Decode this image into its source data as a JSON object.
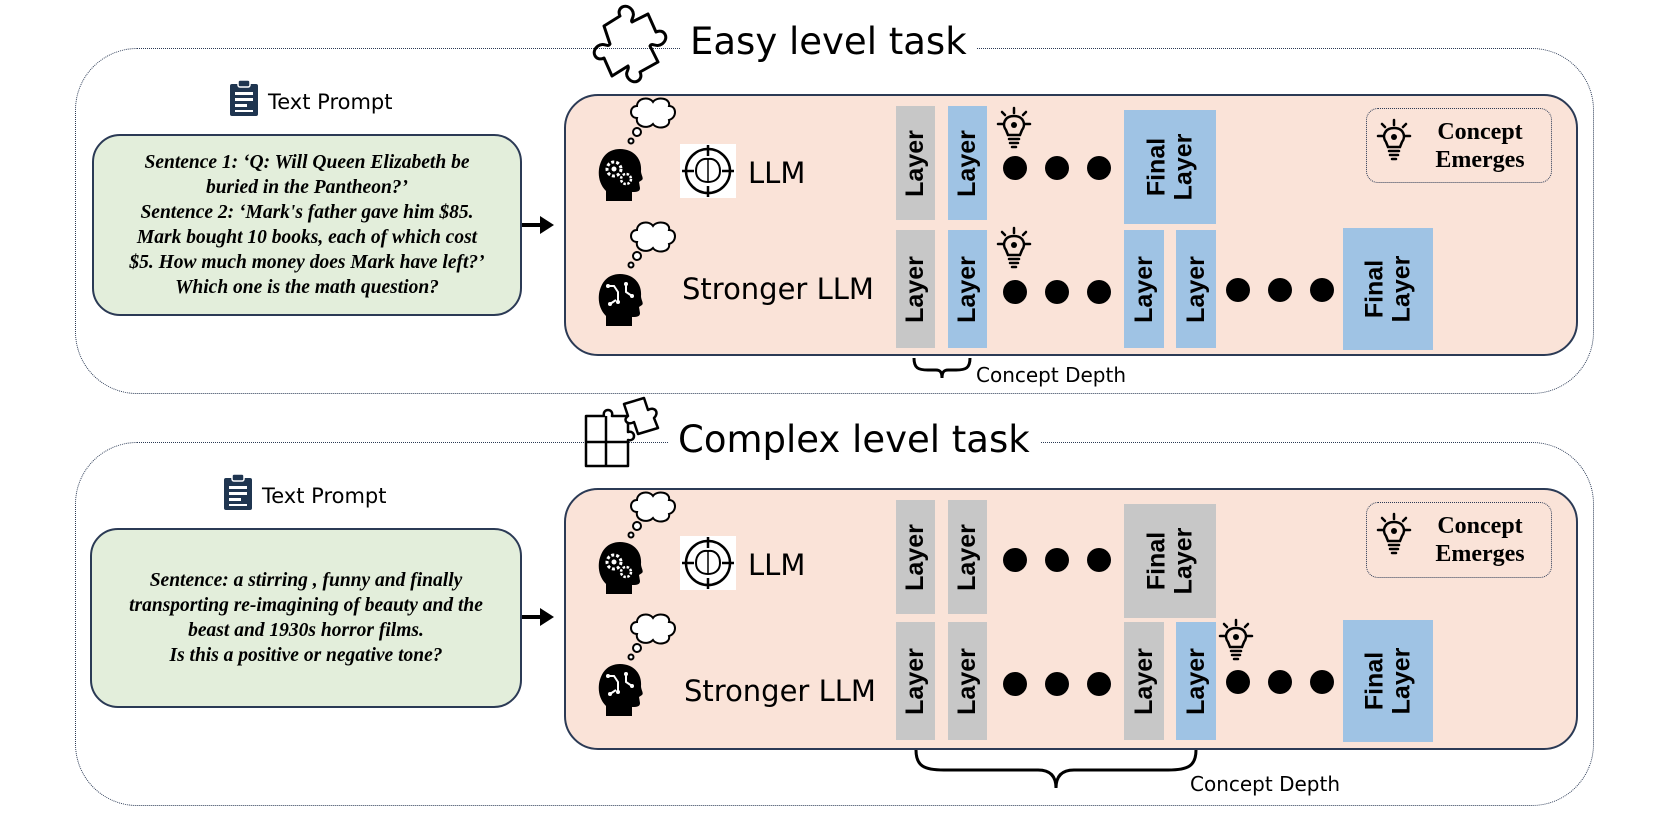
{
  "easy": {
    "title": "Easy level task",
    "text_prompt_label": "Text Prompt",
    "prompt_lines": [
      "Sentence 1: ‘Q: Will Queen Elizabeth be",
      "buried in the Pantheon?’",
      "Sentence 2: ‘Mark's father gave him $85.",
      "Mark bought 10 books, each of which cost",
      "$5. How much money does Mark have left?’",
      "Which one is the math question?"
    ],
    "llm_label": "LLM",
    "stronger_llm_label": "Stronger LLM",
    "layer_label": "Layer",
    "final_layer_line1": "Final",
    "final_layer_line2": "Layer",
    "legend_line1": "Concept",
    "legend_line2": "Emerges",
    "concept_depth_label": "Concept Depth"
  },
  "complex": {
    "title": "Complex level task",
    "text_prompt_label": "Text Prompt",
    "prompt_lines": [
      "Sentence: a stirring , funny and finally",
      "transporting re-imagining of beauty and the",
      "beast and 1930s horror films.",
      "Is this a positive or negative tone?"
    ],
    "llm_label": "LLM",
    "stronger_llm_label": "Stronger LLM",
    "layer_label": "Layer",
    "final_layer_line1": "Final",
    "final_layer_line2": "Layer",
    "legend_line1": "Concept",
    "legend_line2": "Emerges",
    "concept_depth_label": "Concept Depth"
  },
  "colors": {
    "prompt_bg": "#e3eedb",
    "model_bg": "#fae3d8",
    "layer_gray": "#c7c7c7",
    "layer_blue": "#9fc3e4",
    "border": "#2b3a55"
  }
}
